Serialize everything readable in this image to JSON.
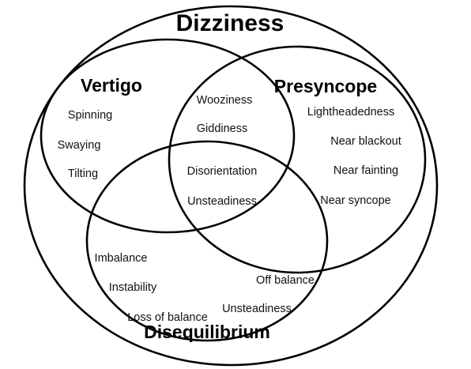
{
  "main_title": "Dizziness",
  "vertigo": {
    "title": "Vertigo",
    "terms": [
      "Spinning",
      "Swaying",
      "Tilting"
    ]
  },
  "presyncope": {
    "title": "Presyncope",
    "terms": [
      "Lightheadedness",
      "Near blackout",
      "Near fainting",
      "Near syncope"
    ]
  },
  "disequilibrium": {
    "title": "Disequilibrium",
    "terms": [
      "Imbalance",
      "Instability",
      "Loss of balance",
      "Off balance",
      "Unsteadiness"
    ]
  },
  "vertigo_presyncope_overlap": [
    "Wooziness",
    "Giddiness"
  ],
  "center_overlap": [
    "Disorientation",
    "Unsteadiness"
  ],
  "colors": {
    "stroke": "#000000",
    "background": "#ffffff"
  }
}
